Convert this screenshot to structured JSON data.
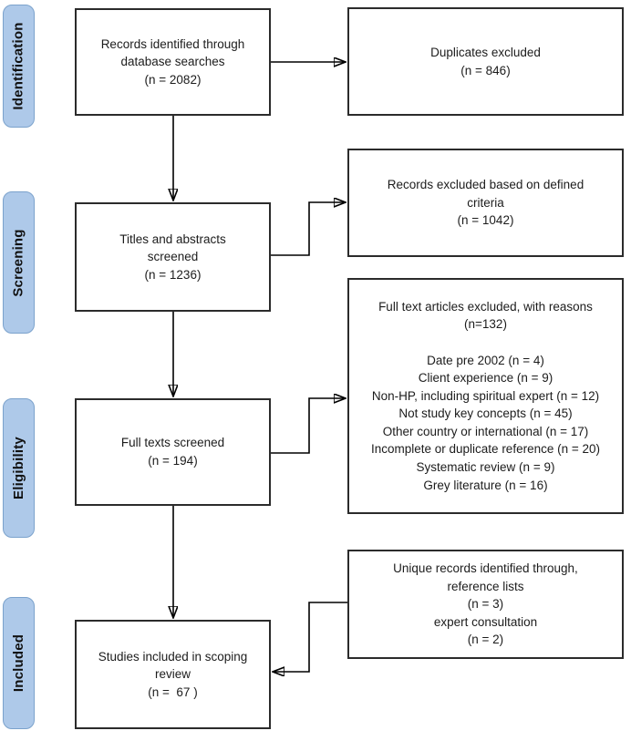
{
  "figure": {
    "kind": "scoping-review-flow-diagram"
  },
  "stages": [
    {
      "label": "Identification"
    },
    {
      "label": "Screening"
    },
    {
      "label": "Eligibility"
    },
    {
      "label": "Included"
    }
  ],
  "boxes": {
    "records_identified": {
      "text": [
        "Records identified through",
        "database searches",
        "(n = 2082)"
      ]
    },
    "duplicates_excluded": {
      "text": [
        "Duplicates excluded",
        "(n = 846)"
      ]
    },
    "titles_screened": {
      "text": [
        "Titles and abstracts",
        "screened",
        "(n = 1236)"
      ]
    },
    "records_excluded": {
      "text": [
        "Records excluded based on defined",
        "criteria",
        "(n = 1042)"
      ]
    },
    "fulltext_screened": {
      "text": [
        "Full texts screened",
        "(n = 194)"
      ]
    },
    "fulltext_excluded": {
      "text": [
        "Full text articles excluded, with reasons",
        "(n=132)",
        "",
        "Date pre 2002 (n = 4)",
        "Client experience (n = 9)",
        "Non-HP, including spiritual expert (n = 12)",
        "Not study key concepts (n = 45)",
        "Other country or international (n = 17)",
        "Incomplete or duplicate reference (n = 20)",
        "Systematic review (n = 9)",
        "Grey literature (n = 16)"
      ]
    },
    "unique_records": {
      "text": [
        "Unique records identified through,",
        "reference lists",
        "(n = 3)",
        "expert consultation",
        "(n = 2)"
      ]
    },
    "studies_included": {
      "text": [
        "Studies included in scoping",
        "review",
        "(n =  67 )"
      ]
    }
  },
  "colors": {
    "stage_fill": "#aec9e9",
    "stage_border": "#7ba2cc",
    "box_border": "#2b2b2b",
    "arrow": "#000000",
    "background": "#ffffff"
  }
}
